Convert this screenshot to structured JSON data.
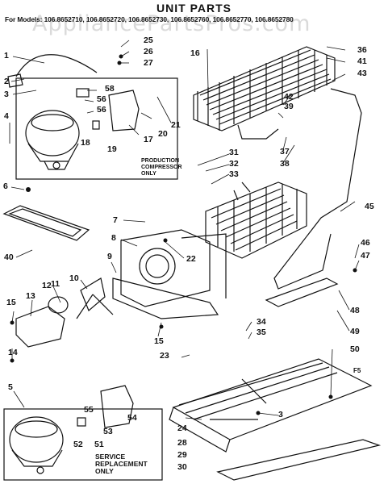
{
  "diagram": {
    "title": "UNIT PARTS",
    "models_line": "For Models: 106.8652710, 106.8652720, 106.8652730, 106.8652760, 106.8652770, 106.8652780",
    "watermark": "AppliancePartsPros.com",
    "production_compressor_note": "PRODUCTION COMPRESSOR ONLY",
    "service_replacement_note": "SERVICE REPLACEMENT ONLY",
    "corner_mark": "F5",
    "part_numbers": [
      "1",
      "2",
      "3",
      "4",
      "5",
      "6",
      "7",
      "8",
      "9",
      "10",
      "11",
      "12",
      "13",
      "14",
      "15",
      "15",
      "15",
      "16",
      "17",
      "18",
      "19",
      "20",
      "21",
      "22",
      "23",
      "24",
      "25",
      "26",
      "27",
      "28",
      "29",
      "30",
      "31",
      "32",
      "33",
      "34",
      "35",
      "36",
      "37",
      "38",
      "39",
      "40",
      "41",
      "42",
      "43",
      "45",
      "46",
      "47",
      "48",
      "49",
      "50",
      "51",
      "52",
      "53",
      "54",
      "55",
      "56",
      "56",
      "58",
      "3"
    ]
  }
}
